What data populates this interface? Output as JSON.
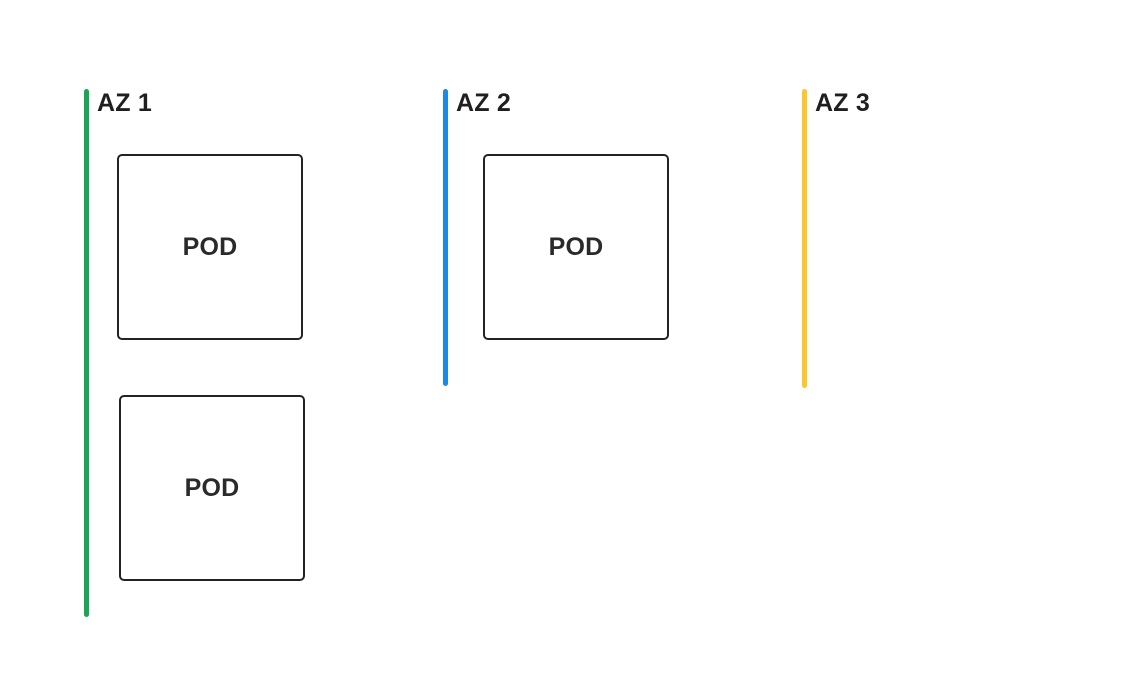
{
  "zones": [
    {
      "title": "AZ 1",
      "color": "#1aa557",
      "pods": [
        {
          "label": "POD"
        },
        {
          "label": "POD"
        }
      ]
    },
    {
      "title": "AZ 2",
      "color": "#1f87e5",
      "pods": [
        {
          "label": "POD"
        }
      ]
    },
    {
      "title": "AZ 3",
      "color": "#fcc62d",
      "pods": []
    }
  ]
}
